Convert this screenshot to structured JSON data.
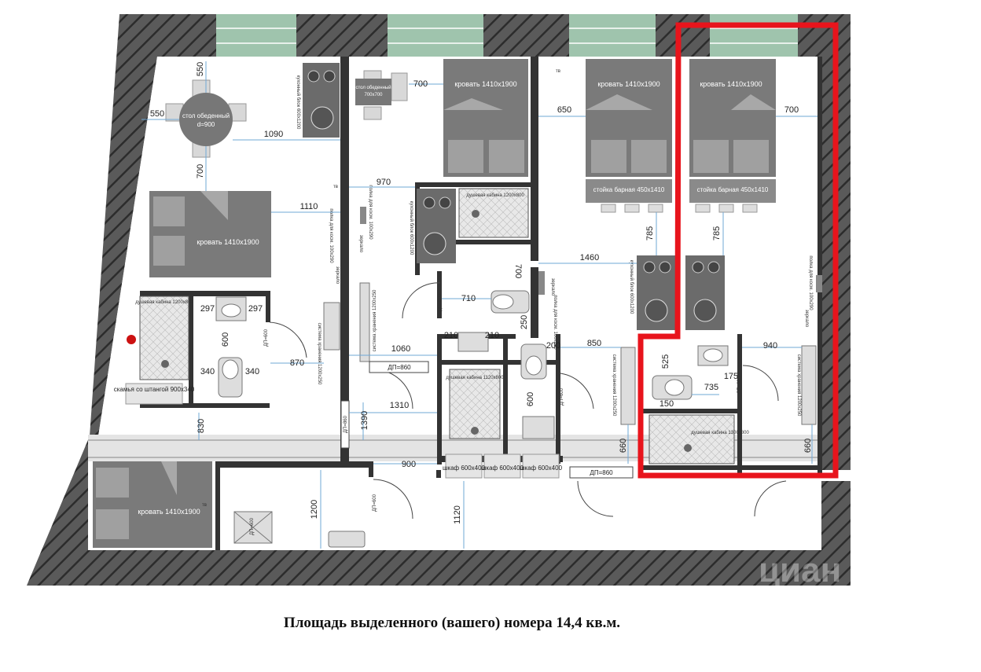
{
  "caption": "Площадь выделенного (вашего) номера 14,4 кв.м.",
  "watermark": "циан",
  "colors": {
    "wall": "#333333",
    "hatch_bg": "#5a5a5a",
    "highlight": "#e8141c",
    "window": "#9fc4ad",
    "furniture": "#6b6b6b",
    "dim_line": "#6fa8d6"
  },
  "labels": {
    "dining_table_round": "стол обеденный",
    "dining_table_round_size": "d=900",
    "dining_table_sq": "стол обеденный",
    "dining_table_sq_size": "700x700",
    "bed_1": "кровать 1410x1900",
    "bed_2": "кровать 1410x1900",
    "bed_3": "кровать 1410x1900",
    "bed_4": "кровать 1410x1900",
    "bed_5": "кровать 1410x1900",
    "bar_1": "стойка барная 450x1410",
    "bar_2": "стойка барная 450x1410",
    "shower_1": "душевая кабина 1200x800",
    "shower_2": "душевая кабина 1200x800",
    "shower_3": "душевая кабина 1120x800",
    "shower_4": "душевая кабина 1300x800",
    "bench": "скамья со штангой 900x340",
    "wardrobe_1": "шкаф 600x400",
    "wardrobe_2": "шкаф 600x400",
    "wardrobe_3": "шкаф 600x400",
    "kitchen_1": "кухонный блок 600x1200",
    "kitchen_2": "кухонный блок 600x1200",
    "kitchen_3": "кухонный блок 600x1200",
    "storage_1": "система хранения 1200x250",
    "storage_2": "система хранения 1200x250",
    "storage_3": "система хранения 1200x250",
    "storage_4": "система хранения 1200x250",
    "shelf_1": "полка для косм. 100x290",
    "shelf_2": "полка для косм. 100x290",
    "shelf_3": "полка для косм. 100x290",
    "shelf_4": "полка для косм. 100x290",
    "mirror_1": "зеркало",
    "mirror_2": "зеркало",
    "mirror_3": "зеркало",
    "mirror_4": "зеркало",
    "tv_1": "тв",
    "tv_2": "тв",
    "tv_3": "тв",
    "door_1": "ДП=860",
    "door_2": "ДП=860",
    "door_3": "ДП=860",
    "door_4": "ДП=600",
    "door_5": "ДП=600",
    "door_6": "ДП=600",
    "door_7": "ДП=600",
    "door_8": "ДП=600",
    "door_9": "ДП=600"
  },
  "dimensions": {
    "d550_top": "550",
    "d550_left": "550",
    "d1090": "1090",
    "d700_a": "700",
    "d700_b": "700",
    "d700_c": "700",
    "d700_d": "700",
    "d650": "650",
    "d970": "970",
    "d1110": "1110",
    "d785_a": "785",
    "d785_b": "785",
    "d1460": "1460",
    "d710": "710",
    "d297_a": "297",
    "d297_b": "297",
    "d600_a": "600",
    "d600_b": "600",
    "d340_a": "340",
    "d340_b": "340",
    "d870": "870",
    "d1060": "1060",
    "d210_a": "210",
    "d210_b": "210",
    "d200": "200",
    "d850": "850",
    "d940": "940",
    "d525": "525",
    "d735": "735",
    "d175": "175",
    "d150": "150",
    "d250": "250",
    "d1310": "1310",
    "d1390": "1390",
    "d830": "830",
    "d900": "900",
    "d1200": "1200",
    "d1120": "1120",
    "d660_a": "660",
    "d660_b": "660"
  }
}
